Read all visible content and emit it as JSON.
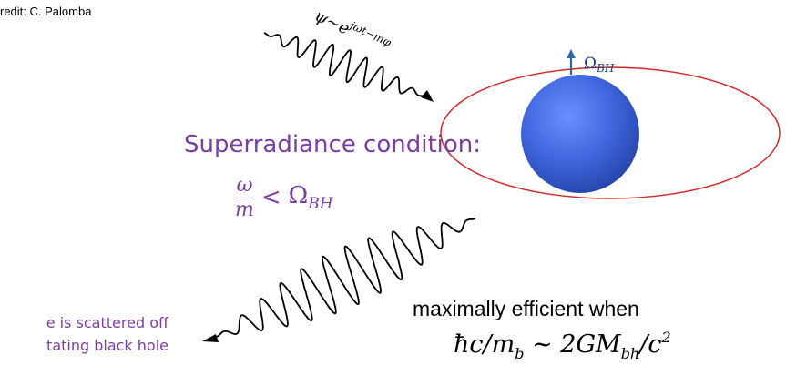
{
  "credit": "redit: C. Palomba",
  "condition": {
    "title": "Superradiance condition:",
    "frac_num": "ω",
    "frac_den": "m",
    "relation": "<",
    "omega": "Ω",
    "omega_sub": "BH"
  },
  "incoming_wave": {
    "psi": "ψ",
    "tilde": "~",
    "e": "e",
    "exponent": "jωt−mφ"
  },
  "spin_label": {
    "omega": "Ω",
    "sub": "BH"
  },
  "scatter_text": {
    "line1": "e is scattered off",
    "line2": "tating black hole"
  },
  "efficiency": {
    "text": "maximally efficient when",
    "hbar": "ħ",
    "c1": "c",
    "slash1": "/",
    "m": "m",
    "m_sub": "b",
    "sim": " ∼ ",
    "two_g": "2GM",
    "m_sub2": "bh",
    "slash2": "/",
    "c2": "c",
    "exp": "2"
  },
  "colors": {
    "purple_text": "#7a3ea1",
    "black_hole_fill": "#3a63d8",
    "ergo_outline": "#d62728",
    "arrow_blue": "#2f6aa8"
  }
}
